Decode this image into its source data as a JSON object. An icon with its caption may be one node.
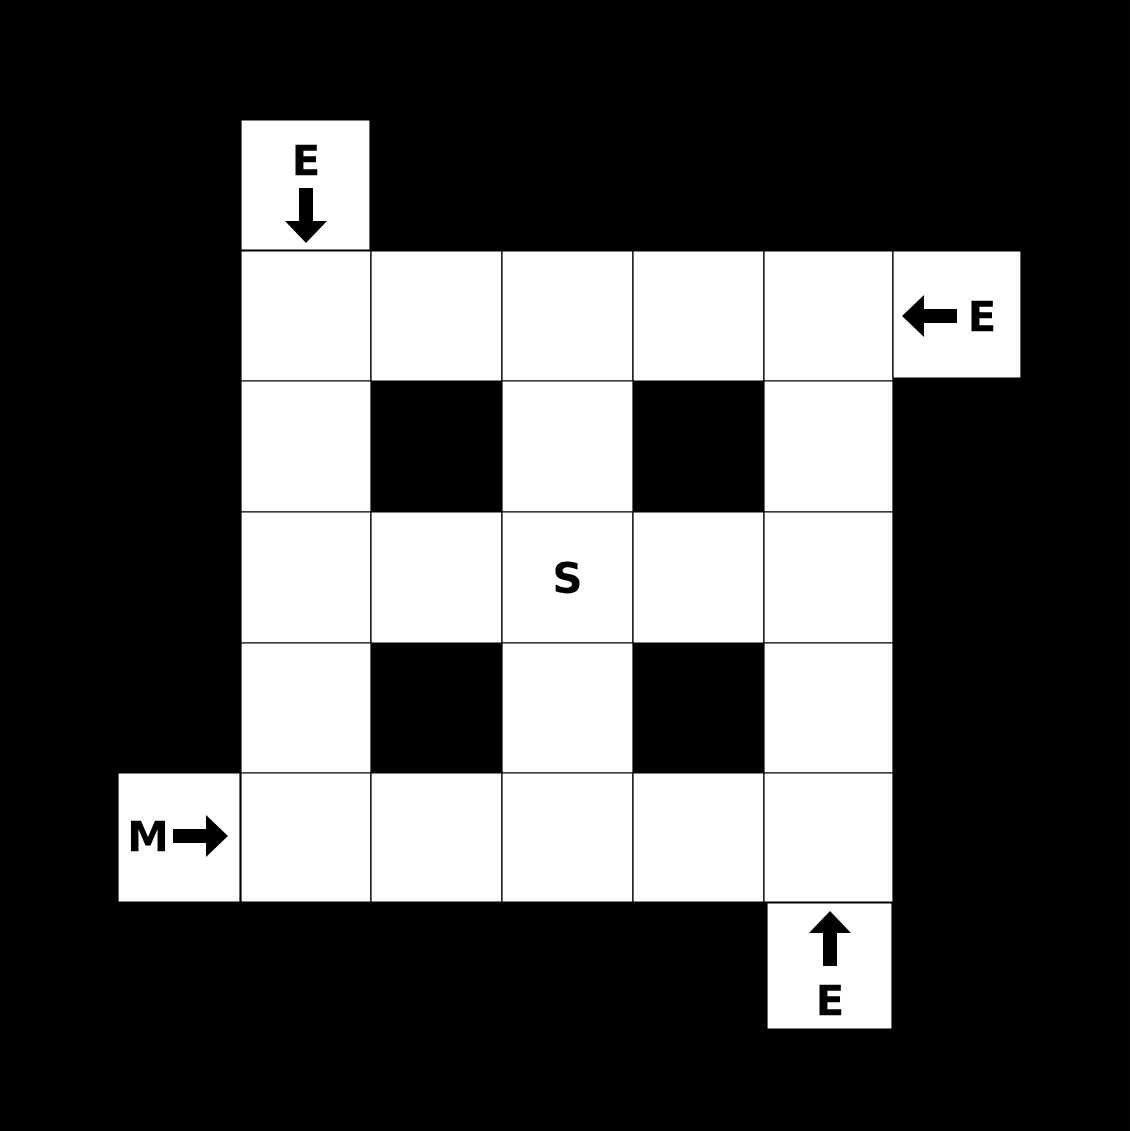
{
  "diagram": {
    "nodes": [
      {
        "text": [
          "E"
        ]
      },
      {
        "text": [],
        "shape": "box"
      },
      {
        "text": [],
        "shape": "box"
      },
      {
        "text": [],
        "shape": "box"
      },
      {
        "text": [],
        "shape": "box"
      },
      {
        "text": [],
        "shape": "box"
      },
      {
        "text": [
          "E"
        ]
      },
      {
        "text": [],
        "shape": "box"
      },
      {
        "text": [],
        "shape": "box"
      },
      {
        "text": [],
        "shape": "box"
      },
      {
        "text": [],
        "shape": "box"
      },
      {
        "text": [],
        "shape": "box"
      },
      {
        "text": [
          "S"
        ]
      },
      {
        "text": [],
        "shape": "box"
      },
      {
        "text": [],
        "shape": "box"
      },
      {
        "text": [],
        "shape": "box"
      },
      {
        "text": [],
        "shape": "box"
      },
      {
        "text": [],
        "shape": "box"
      },
      {
        "text": [
          "M"
        ]
      },
      {
        "text": [],
        "shape": "box"
      },
      {
        "text": [],
        "shape": "box"
      },
      {
        "text": [],
        "shape": "box"
      },
      {
        "text": [],
        "shape": "box"
      },
      {
        "text": [],
        "shape": "box"
      },
      {
        "text": [
          "E"
        ]
      }
    ]
  }
}
